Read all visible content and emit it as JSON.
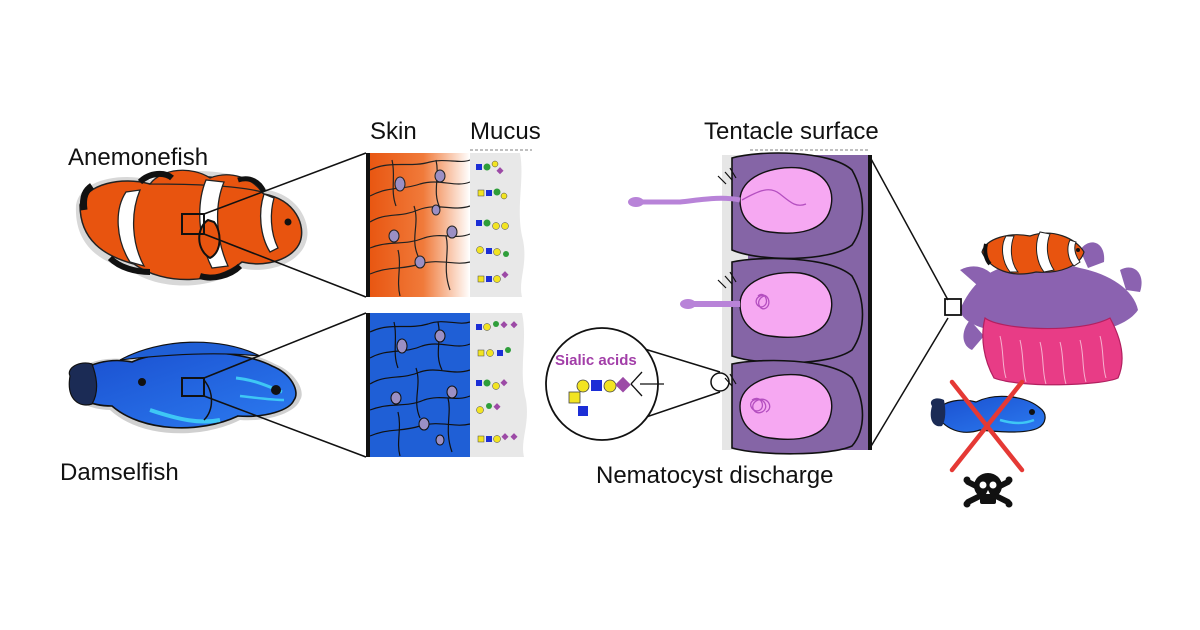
{
  "labels": {
    "skin": "Skin",
    "mucus": "Mucus",
    "tentacle_surface": "Tentacle surface",
    "anemonefish": "Anemonefish",
    "damselfish": "Damselfish",
    "sialic_acids": "Sialic acids",
    "nematocyst_discharge": "Nematocyst discharge"
  },
  "colors": {
    "anemonefish_orange": "#e8540f",
    "damselfish_blue": "#1f5fd6",
    "tentacle_purple": "#8565a6",
    "capsule_pink": "#f6a8f2",
    "sialic_magenta": "#a23ea8",
    "anemone_pink": "#e83c86",
    "cross_red": "#e53935",
    "glycan_yellow": "#f2e422",
    "glycan_blue": "#1c2ed6",
    "glycan_green": "#2f9e3a",
    "glycan_purple": "#9c4aa6"
  },
  "icons": [
    "skull-crossbones-icon",
    "red-x-icon"
  ]
}
